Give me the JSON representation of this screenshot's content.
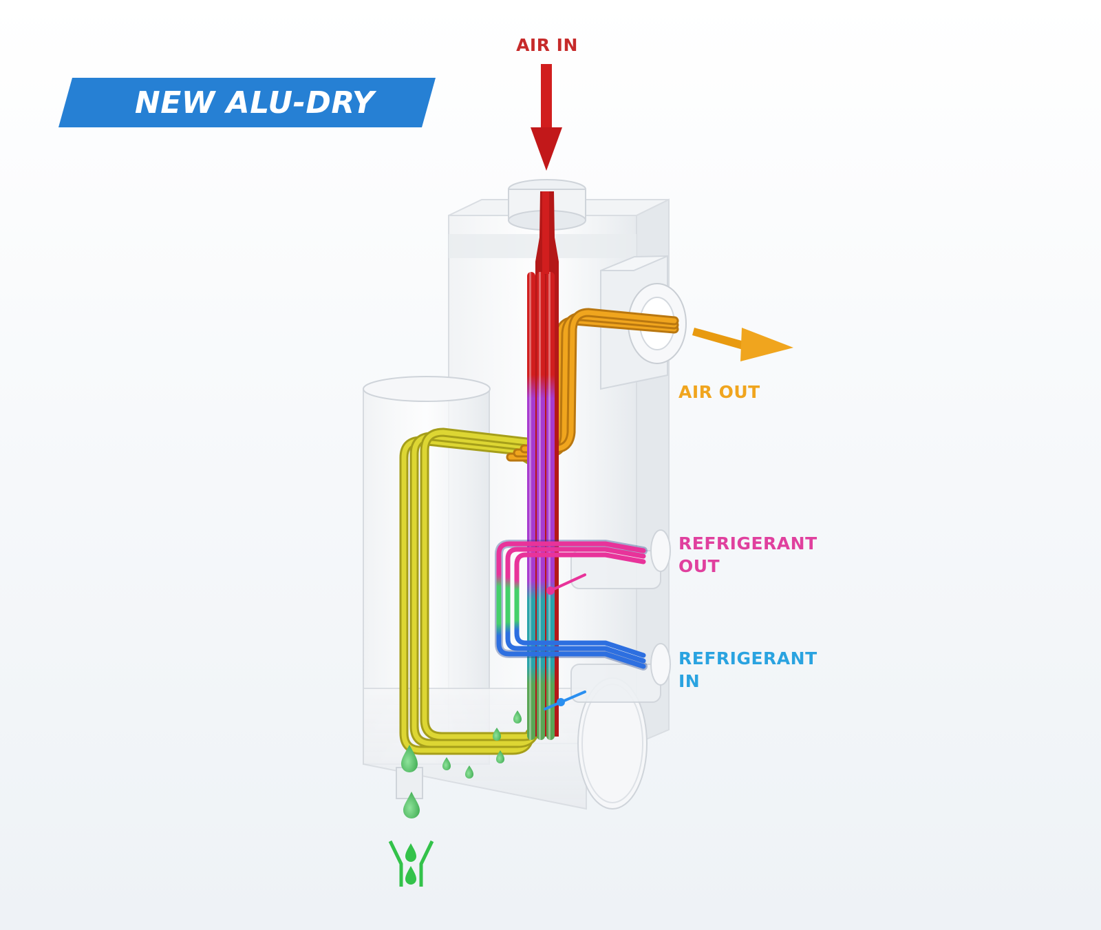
{
  "banner": {
    "title": "NEW ALU-DRY",
    "color": "#2680d4"
  },
  "labels": {
    "air_in": "AIR IN",
    "air_out": "AIR OUT",
    "refrigerant_out_line1": "REFRIGERANT",
    "refrigerant_out_line2": "OUT",
    "refrigerant_in_line1": "REFRIGERANT",
    "refrigerant_in_line2": "IN"
  },
  "colors": {
    "air_in": "#d11e1e",
    "air_out": "#f0a51e",
    "refrigerant_out": "#e8339a",
    "refrigerant_in": "#2aa3e0",
    "condensate": "#33c24a",
    "precooling_loop": "#c9c323",
    "cooling_loop": "#a73bd0"
  },
  "icons": [
    "air-in-arrow-icon",
    "air-out-arrow-icon",
    "drain-drop-icon"
  ]
}
